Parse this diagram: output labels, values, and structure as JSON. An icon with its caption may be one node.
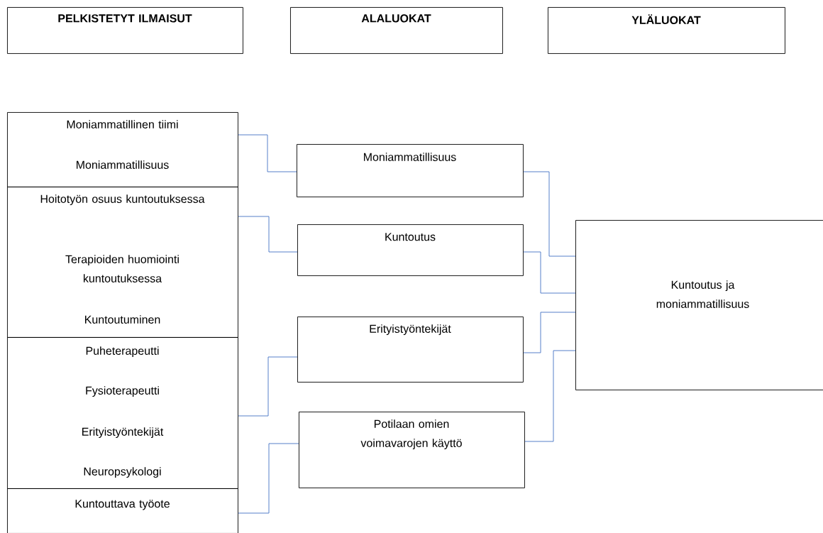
{
  "diagram": {
    "nodes": [
      {
        "text": [
          "PELKISTETYT ILMAISUT"
        ]
      },
      {
        "text": [
          "ALALUOKAT"
        ]
      },
      {
        "text": [
          "YLÄLUOKAT"
        ]
      },
      {
        "text": [
          "Moniammatillinen tiimi",
          "Moniammatillisuus"
        ]
      },
      {
        "text": [
          "Hoitotyön osuus kuntoutuksessa",
          "Terapioiden huomiointi kuntoutuksessa",
          "Kuntoutuminen"
        ]
      },
      {
        "text": [
          "Puheterapeutti",
          "Fysioterapeutti",
          "Erityistyöntekijät",
          "Neuropsykologi"
        ]
      },
      {
        "text": [
          "Kuntouttava työote"
        ]
      },
      {
        "text": [
          "Moniammatillisuus"
        ]
      },
      {
        "text": [
          "Kuntoutus"
        ]
      },
      {
        "text": [
          "Erityistyöntekijät"
        ]
      },
      {
        "text": [
          "Potilaan omien voimavarojen käyttö"
        ]
      },
      {
        "text": [
          "Kuntoutus ja moniammatillisuus"
        ]
      }
    ],
    "edges": [
      {
        "from": 3,
        "to": 7,
        "arrow": "none"
      },
      {
        "from": 4,
        "to": 8,
        "arrow": "none"
      },
      {
        "from": 5,
        "to": 9,
        "arrow": "none"
      },
      {
        "from": 6,
        "to": 10,
        "arrow": "none"
      },
      {
        "from": 7,
        "to": 11,
        "arrow": "none"
      },
      {
        "from": 8,
        "to": 11,
        "arrow": "none"
      },
      {
        "from": 9,
        "to": 11,
        "arrow": "none"
      },
      {
        "from": 10,
        "to": 11,
        "arrow": "none"
      }
    ]
  }
}
